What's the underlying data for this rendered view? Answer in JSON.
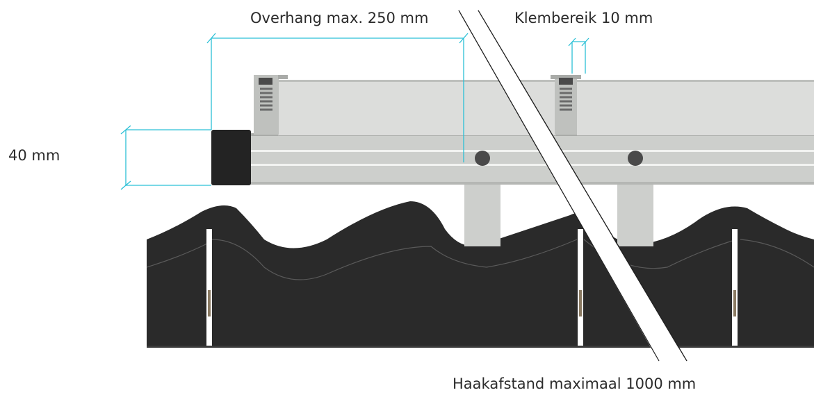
{
  "labels": {
    "overhang": "Overhang max. 250 mm",
    "clamp_range": "Klembereik 10 mm",
    "height": "40 mm",
    "hook_distance": "Haakafstand maximaal 1000 mm"
  },
  "colors": {
    "dimension_line": "#2bc0d6",
    "rail": "#cdcfcc",
    "rail_dark": "#a9aba8",
    "rail_groove": "#f2f3f1",
    "roof_tile": "#2a2a2a",
    "end_cap": "#232323",
    "text": "#2b2b2b",
    "break_line": "#222222"
  }
}
